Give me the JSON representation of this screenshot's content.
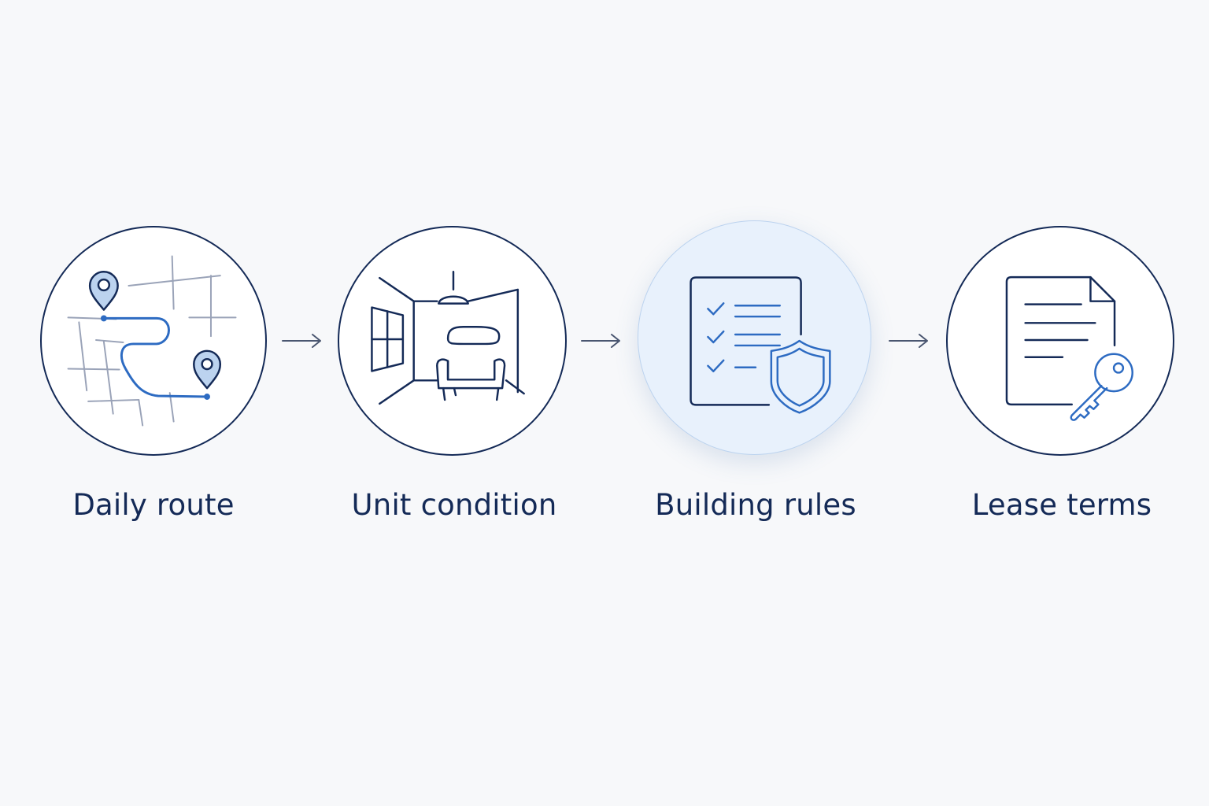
{
  "colors": {
    "background": "#f7f8fa",
    "outline": "#142a57",
    "accent": "#2d6bc2",
    "muted": "#9aa3b8",
    "highlight_fill": "#e8f1fc"
  },
  "steps": [
    {
      "label": "Daily route",
      "icon": "route-map-icon",
      "highlighted": false
    },
    {
      "label": "Unit condition",
      "icon": "room-armchair-icon",
      "highlighted": false
    },
    {
      "label": "Building rules",
      "icon": "checklist-shield-icon",
      "highlighted": true
    },
    {
      "label": "Lease terms",
      "icon": "document-key-icon",
      "highlighted": false
    }
  ],
  "connectors": [
    {
      "icon": "arrow-right-icon"
    },
    {
      "icon": "arrow-right-icon"
    },
    {
      "icon": "arrow-right-icon"
    }
  ]
}
